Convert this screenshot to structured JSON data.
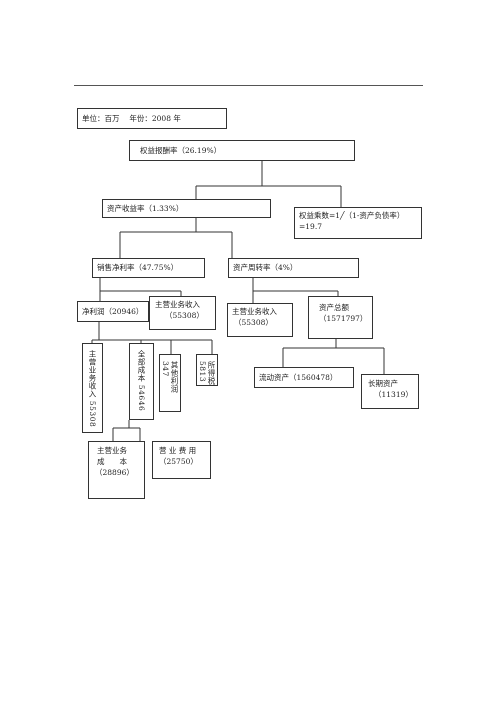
{
  "header": "单位：百万　 年份：2008 年",
  "nodes": {
    "roe": "权益报酬率（26.19%）",
    "roa": "资产收益率（1.33%）",
    "em_line1": "权益乘数=1╱（1-资产负债率）",
    "em_line2": "=19.7",
    "npm": "销售净利率（47.75%）",
    "ato": "资产周转率（4%）",
    "np": "净利润（20946）",
    "rev_a_line1": "主营业务收入",
    "rev_a_line2": "（55308）",
    "rev_b_line1": "主营业务收入",
    "rev_b_line2": "（55308）",
    "ta_line1": "资产总额",
    "ta_line2": "（1571797）",
    "v_rev": "主营业务收入 55308",
    "v_cost": "全部成本 54646",
    "v_other": "其他利润 347",
    "v_tax": "所得税 5813",
    "ca": "流动资产（1560478）",
    "lta_line1": "长期资产",
    "lta_line2": "（11319）",
    "cogs_line1": "主营业务",
    "cogs_line2": "成　　本",
    "cogs_line3": "（28896）",
    "opex_line1": "营 业 费 用",
    "opex_line2": "（25750）"
  }
}
